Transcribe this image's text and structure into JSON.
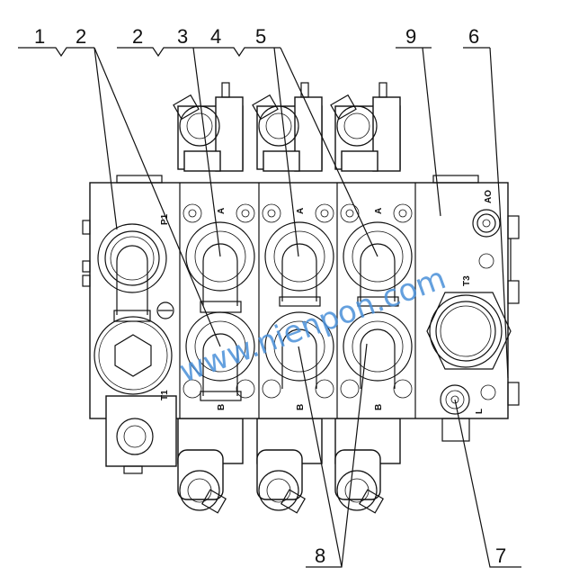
{
  "callouts_top": [
    "1",
    "2",
    "2",
    "3",
    "4",
    "5",
    "9",
    "6"
  ],
  "callouts_bottom": [
    "8",
    "7"
  ],
  "ports": {
    "p1": "P1",
    "t1": "T1",
    "a": [
      "A",
      "A",
      "A"
    ],
    "b": [
      "B",
      "B",
      "B"
    ],
    "ao": "AO",
    "t3": "T3",
    "l": "L"
  },
  "watermark": "www.nienpon.com",
  "colors": {
    "line": "#111111",
    "watermark": "#4a90d9"
  }
}
